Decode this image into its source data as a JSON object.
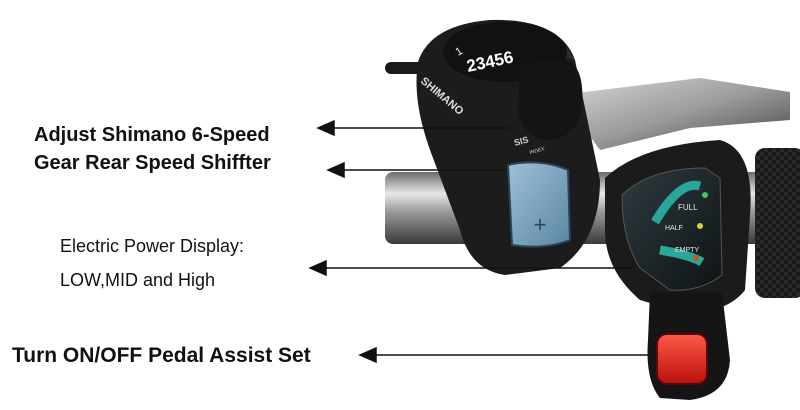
{
  "callouts": {
    "gear_line1": "Adjust Shimano 6-Speed",
    "gear_line2": "Gear Rear Speed Shiffter",
    "display_line1": "Electric Power Display:",
    "display_line2": "LOW,MID and High",
    "pedal_assist": "Turn ON/OFF Pedal Assist Set"
  },
  "device": {
    "brand": "SHIMANO",
    "gear_numbers": "23456",
    "gear_one": "1",
    "sis_label": "SIS",
    "index_label": "INDEX",
    "button_symbol": "+",
    "display": {
      "full": "FULL",
      "half": "HALF",
      "empty": "EMPTY",
      "colors": {
        "full": "#41c85a",
        "half": "#d8d040",
        "empty": "#c8502a"
      }
    }
  }
}
